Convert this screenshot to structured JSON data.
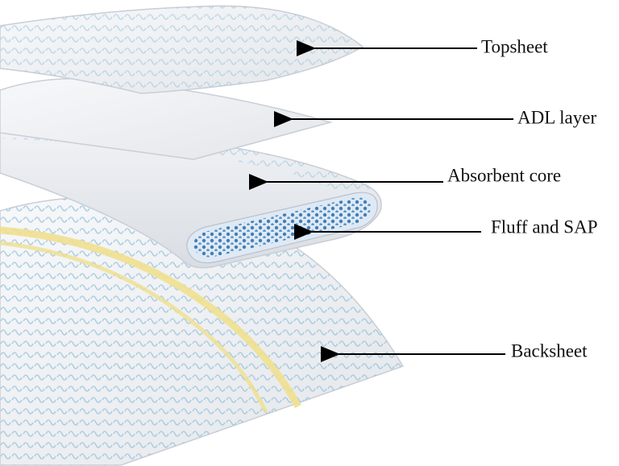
{
  "labels": {
    "topsheet": "Topsheet",
    "adl_layer": "ADL layer",
    "absorbent_core": "Absorbent core",
    "fluff_sap": "Fluff and SAP",
    "backsheet": "Backsheet"
  },
  "colors": {
    "sheet_fill": "#eef0f3",
    "sheet_edge": "#c9ced6",
    "pattern_blue": "#9ec6de",
    "stripe_yellow": "#efe08f",
    "sap_dot": "#3f7fb8",
    "core_interior": "#dfe9f4",
    "arrow": "#000000"
  }
}
